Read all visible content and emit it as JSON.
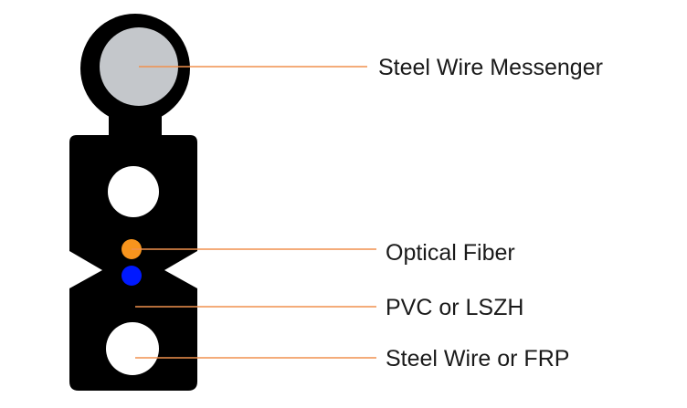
{
  "diagram": {
    "colors": {
      "sheath": "#000000",
      "messenger": "#c4c7cb",
      "strength_member": "#ffffff",
      "fiber_orange": "#f7941d",
      "fiber_blue": "#0019ff",
      "leader_line": "#f0914e",
      "label_text": "#1a1a1a",
      "background": "#ffffff"
    },
    "labels": {
      "messenger": "Steel Wire Messenger",
      "fiber": "Optical Fiber",
      "sheath": "PVC or LSZH",
      "strength": "Steel Wire or FRP"
    }
  }
}
